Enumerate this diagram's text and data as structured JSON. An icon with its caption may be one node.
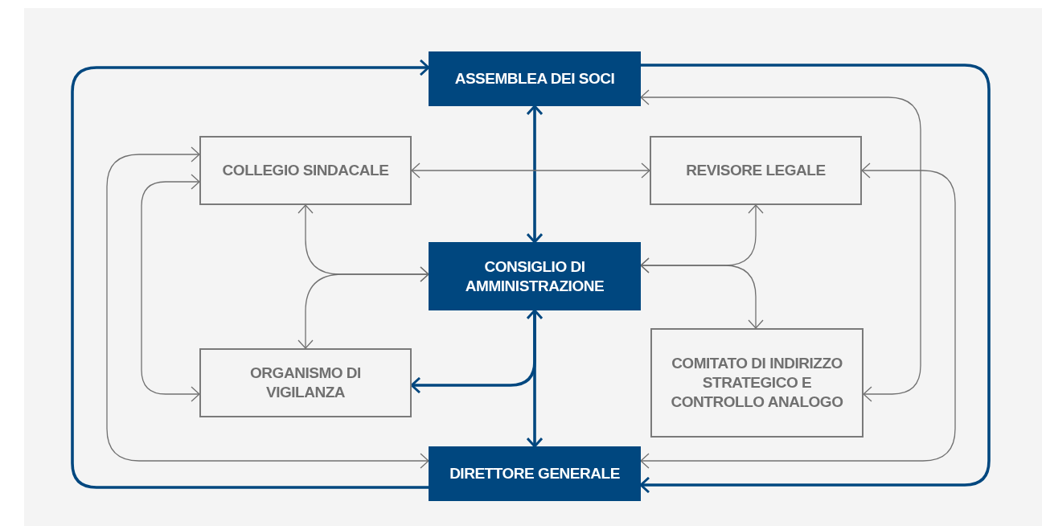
{
  "diagram": {
    "nodes": [
      {
        "text": [
          "ASSEMBLEA DEI SOCI"
        ]
      },
      {
        "text": [
          "COLLEGIO SINDACALE"
        ]
      },
      {
        "text": [
          "REVISORE LEGALE"
        ]
      },
      {
        "text": [
          "CONSIGLIO DI AMMINISTRAZIONE"
        ]
      },
      {
        "text": [
          "ORGANISMO DI VIGILANZA"
        ]
      },
      {
        "text": [
          "COMITATO DI INDIRIZZO STRATEGICO E CONTROLLO ANALOGO"
        ]
      },
      {
        "text": [
          "DIRETTORE GENERALE"
        ]
      }
    ],
    "edges": [
      {
        "from": 6,
        "to": 0,
        "arrow": "to",
        "style": "thick",
        "color": "#00477f"
      },
      {
        "from": 0,
        "to": 6,
        "arrow": "to",
        "style": "thick",
        "color": "#00477f"
      },
      {
        "from": 0,
        "to": 3,
        "arrow": "both",
        "style": "thick",
        "color": "#00477f"
      },
      {
        "from": 3,
        "to": 6,
        "arrow": "both",
        "style": "thick",
        "color": "#00477f"
      },
      {
        "from": 3,
        "to": 4,
        "arrow": "to",
        "style": "thick",
        "color": "#00477f"
      },
      {
        "from": 1,
        "to": 2,
        "arrow": "both"
      },
      {
        "from": 1,
        "to": 3,
        "arrow": "both"
      },
      {
        "from": 4,
        "to": 3,
        "arrow": "both"
      },
      {
        "from": 2,
        "to": 3,
        "arrow": "both"
      },
      {
        "from": 5,
        "to": 3,
        "arrow": "both"
      },
      {
        "from": 1,
        "to": 6,
        "arrow": "both"
      },
      {
        "from": 1,
        "to": 4,
        "arrow": "both"
      },
      {
        "from": 0,
        "to": 5,
        "arrow": "both"
      },
      {
        "from": 2,
        "to": 6,
        "arrow": "both"
      }
    ]
  }
}
